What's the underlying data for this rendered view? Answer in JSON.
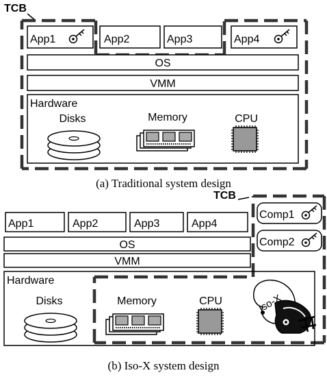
{
  "figure_a": {
    "tcb_label": "TCB",
    "apps": [
      "App1",
      "App2",
      "App3",
      "App4"
    ],
    "os_label": "OS",
    "vmm_label": "VMM",
    "hardware_label": "Hardware",
    "disks_label": "Disks",
    "memory_label": "Memory",
    "cpu_label": "CPU",
    "caption": "(a) Traditional system design"
  },
  "figure_b": {
    "tcb_label": "TCB",
    "apps": [
      "App1",
      "App2",
      "App3",
      "App4"
    ],
    "compartments": [
      "Comp1",
      "Comp2"
    ],
    "os_label": "OS",
    "vmm_label": "VMM",
    "hardware_label": "Hardware",
    "disks_label": "Disks",
    "memory_label": "Memory",
    "cpu_label": "CPU",
    "logo_text": "Iso-X",
    "caption": "(b) Iso-X system design"
  },
  "icons": [
    "key-icon",
    "disk-stack-icon",
    "memory-module-icon",
    "cpu-chip-icon",
    "football-helmet-icon"
  ]
}
